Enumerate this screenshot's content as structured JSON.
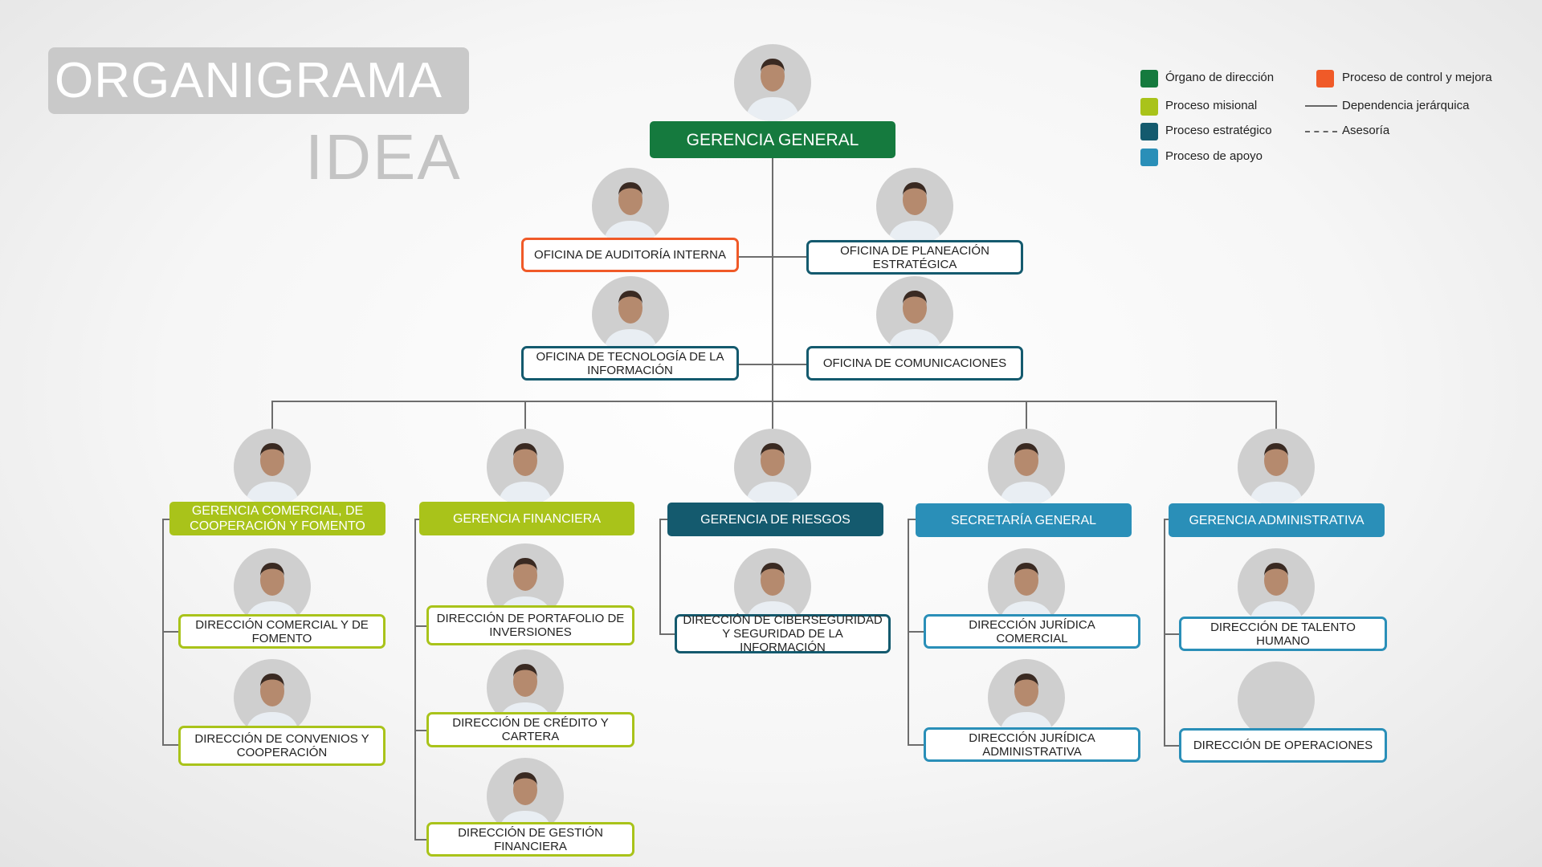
{
  "title": "ORGANIGRAMA",
  "subtitle": "IDEA",
  "colors": {
    "organo_direccion": "#157a3e",
    "proceso_misional": "#a9c31a",
    "proceso_estrategico": "#145a6e",
    "proceso_apoyo": "#2a8fb8",
    "control_mejora": "#f05a28"
  },
  "legend": {
    "organo_direccion": "Órgano de dirección",
    "proceso_misional": "Proceso misional",
    "proceso_estrategico": "Proceso estratégico",
    "proceso_apoyo": "Proceso de apoyo",
    "control_mejora": "Proceso de control y mejora",
    "dependencia": "Dependencia jerárquica",
    "asesoria": "Asesoría"
  },
  "top": {
    "gerencia_general": "GERENCIA GENERAL",
    "auditoria": "OFICINA DE AUDITORÍA INTERNA",
    "planeacion": "OFICINA DE PLANEACIÓN ESTRATÉGICA",
    "tecnologia": "OFICINA DE TECNOLOGÍA DE LA INFORMACIÓN",
    "comunicaciones": "OFICINA DE COMUNICACIONES"
  },
  "columns": [
    {
      "head": "GERENCIA COMERCIAL, DE COOPERACIÓN Y FOMENTO",
      "children": [
        "DIRECCIÓN COMERCIAL Y DE FOMENTO",
        "DIRECCIÓN DE CONVENIOS Y COOPERACIÓN"
      ]
    },
    {
      "head": "GERENCIA FINANCIERA",
      "children": [
        "DIRECCIÓN DE PORTAFOLIO DE INVERSIONES",
        "DIRECCIÓN DE CRÉDITO Y CARTERA",
        "DIRECCIÓN DE GESTIÓN FINANCIERA"
      ]
    },
    {
      "head": "GERENCIA DE RIESGOS",
      "children": [
        "DIRECCIÓN DE CIBERSEGURIDAD Y SEGURIDAD DE LA INFORMACIÓN"
      ]
    },
    {
      "head": "SECRETARÍA GENERAL",
      "children": [
        "DIRECCIÓN JURÍDICA COMERCIAL",
        "DIRECCIÓN JURÍDICA ADMINISTRATIVA"
      ]
    },
    {
      "head": "GERENCIA ADMINISTRATIVA",
      "children": [
        "DIRECCIÓN DE TALENTO HUMANO",
        "DIRECCIÓN DE OPERACIONES"
      ]
    }
  ]
}
